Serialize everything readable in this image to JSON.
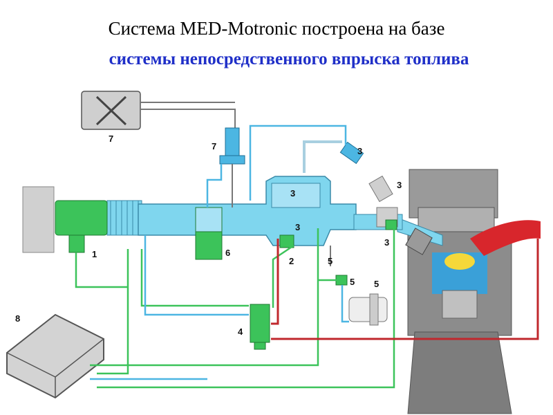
{
  "title": {
    "line1": "Система MED-Motronic построена на базе",
    "line2": "системы непосредственного впрыска топлива"
  },
  "labels": {
    "l1": "1",
    "l2": "2",
    "l3a": "3",
    "l3b": "3",
    "l3c": "3",
    "l3d": "3",
    "l3e": "3",
    "l4": "4",
    "l5a": "5",
    "l5b": "5",
    "l5c": "5",
    "l6": "6",
    "l7a": "7",
    "l7b": "7",
    "l8": "8"
  },
  "colors": {
    "title": "#000000",
    "subtitle": "#1f2fc8",
    "intake": "#7fd6ee",
    "signal_lines": "#3cc35a",
    "vacuum_lines": "#4cb6e2",
    "fuel_line": "#c0282d",
    "engine": "#8c8c8c"
  }
}
